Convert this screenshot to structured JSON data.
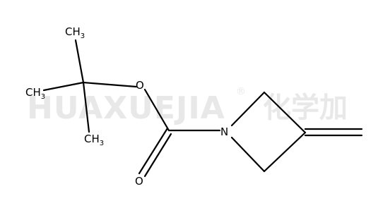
{
  "watermark": {
    "latin": "HUAXUEJIA",
    "registered": "®",
    "cjk": "化学加"
  },
  "atoms": {
    "ch3_top": {
      "main": "CH",
      "sub": "3"
    },
    "ch3_left": {
      "main": "CH",
      "sub": "3"
    },
    "ch3_bottom": {
      "main": "CH",
      "sub": "3"
    },
    "o_ester": {
      "main": "O"
    },
    "o_carbonyl": {
      "main": "O"
    },
    "n_ring": {
      "main": "N"
    }
  }
}
